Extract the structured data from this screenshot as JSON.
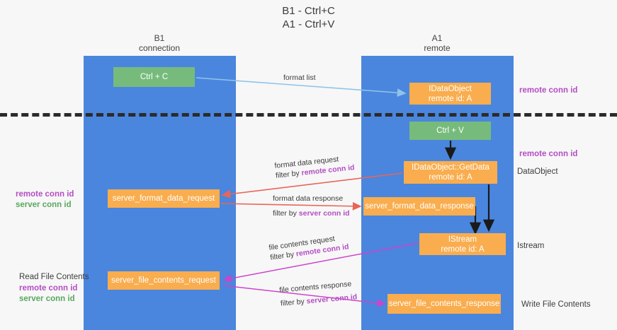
{
  "title": {
    "line1": "B1 - Ctrl+C",
    "line2": "A1 - Ctrl+V"
  },
  "lanes": [
    {
      "id": "b1",
      "name": "B1",
      "subtitle": "connection",
      "color": "#4a86dd"
    },
    {
      "id": "a1",
      "name": "A1",
      "subtitle": "remote",
      "color": "#4a86dd"
    }
  ],
  "colors": {
    "lane": "#4a86dd",
    "green_box": "#76bb7c",
    "orange_box": "#f9ad4e",
    "remote_conn_id": "#b44ec4",
    "server_conn_id": "#5aa85f",
    "arrow_blue": "#8fc3ea",
    "arrow_red": "#e8655a",
    "arrow_magenta": "#cc44cc",
    "arrow_black": "#1a1a1a",
    "divider": "#2b2b2b",
    "background": "#f7f7f7"
  },
  "boxes": {
    "ctrl_c": "Ctrl + C",
    "idataobject": {
      "line1": "IDataObject",
      "line2": "remote id: A"
    },
    "ctrl_v": "Ctrl + V",
    "getdata": {
      "line1": "IDataObject::GetData",
      "line2": "remote id: A"
    },
    "server_format_data_request": "server_format_data_request",
    "server_format_data_response": "server_format_data_response",
    "istream": {
      "line1": "IStream",
      "line2": "remote id: A"
    },
    "server_file_contents_request": "server_file_contents_request",
    "server_file_contents_response": "server_file_contents_response"
  },
  "edge_labels": {
    "format_list": "format list",
    "format_data_request": "format data request",
    "format_data_request_filter_prefix": "filter by ",
    "format_data_request_filter_key": "remote conn id",
    "format_data_response": "format data response",
    "format_data_response_filter_prefix": "filter by ",
    "format_data_response_filter_key": "server conn id",
    "file_contents_request": "file contents request",
    "file_contents_request_filter_prefix": "filter by ",
    "file_contents_request_filter_key": "remote conn id",
    "file_contents_response": "file contents response",
    "file_contents_response_filter_prefix": "filter by ",
    "file_contents_response_filter_key": "server conn id"
  },
  "side_labels": {
    "right_remote_conn_id_top": "remote conn id",
    "right_remote_conn_id_mid": "remote conn id",
    "right_dataobject": "DataObject",
    "right_istream": "Istream",
    "right_write_file_contents": "Write File Contents",
    "left_remote_conn_id": "remote conn id",
    "left_server_conn_id": "server conn id",
    "left_read_file_contents": "Read File Contents",
    "left_remote_conn_id_2": "remote conn id",
    "left_server_conn_id_2": "server conn id"
  }
}
